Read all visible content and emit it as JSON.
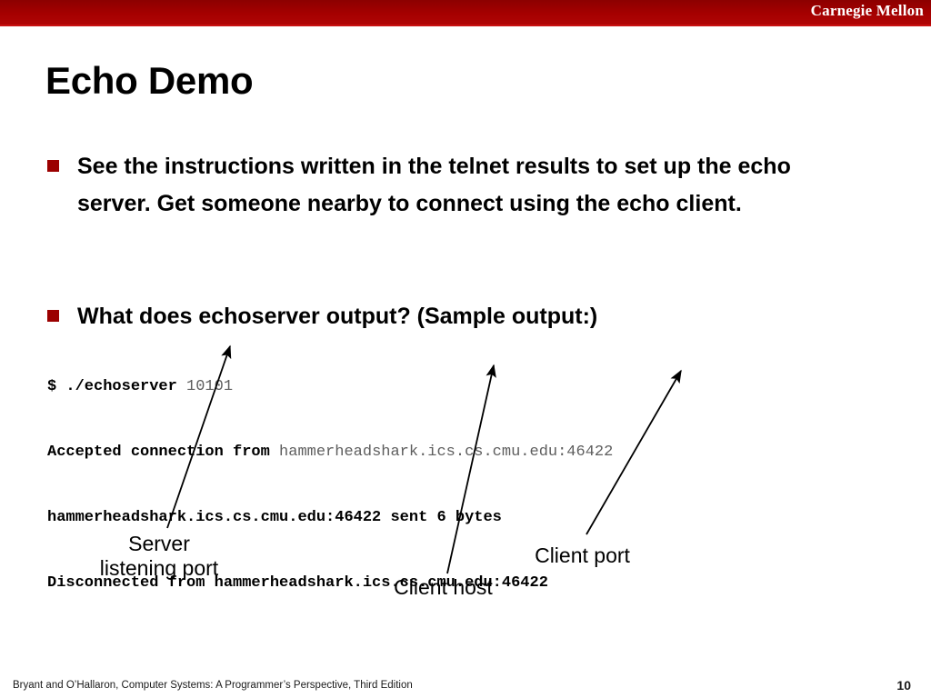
{
  "header": {
    "brand": "Carnegie Mellon",
    "band_color": "#a50000",
    "brand_color": "#ffffff"
  },
  "slide": {
    "title": "Echo Demo",
    "bullet_marker_color": "#9b0000"
  },
  "bullets": [
    {
      "id": "bullet-1",
      "text": "See the instructions written in the telnet results to set up the echo server. Get someone nearby to connect using the echo client."
    },
    {
      "id": "bullet-2",
      "text": "What does echoserver output? (Sample output:)"
    }
  ],
  "code_block": {
    "lines": [
      {
        "strong": "$ ./echoserver ",
        "dim": "10101"
      },
      {
        "strong": "Accepted connection from ",
        "dim": "hammerheadshark.ics.cs.cmu.edu:46422"
      },
      {
        "strong": "hammerheadshark.ics.cs.cmu.edu:46422 sent 6 bytes",
        "dim": ""
      },
      {
        "strong": "Disconnected from hammerheadshark.ics.cs.cmu.edu:46422",
        "dim": ""
      }
    ]
  },
  "callouts": [
    {
      "id": "callout-server-port",
      "text": "Server listening port"
    },
    {
      "id": "callout-client-host",
      "text": "Client host"
    },
    {
      "id": "callout-client-port",
      "text": "Client port"
    }
  ],
  "footer": {
    "citation": "Bryant and O’Hallaron, Computer Systems: A Programmer’s Perspective, Third Edition",
    "page_number": "10"
  }
}
